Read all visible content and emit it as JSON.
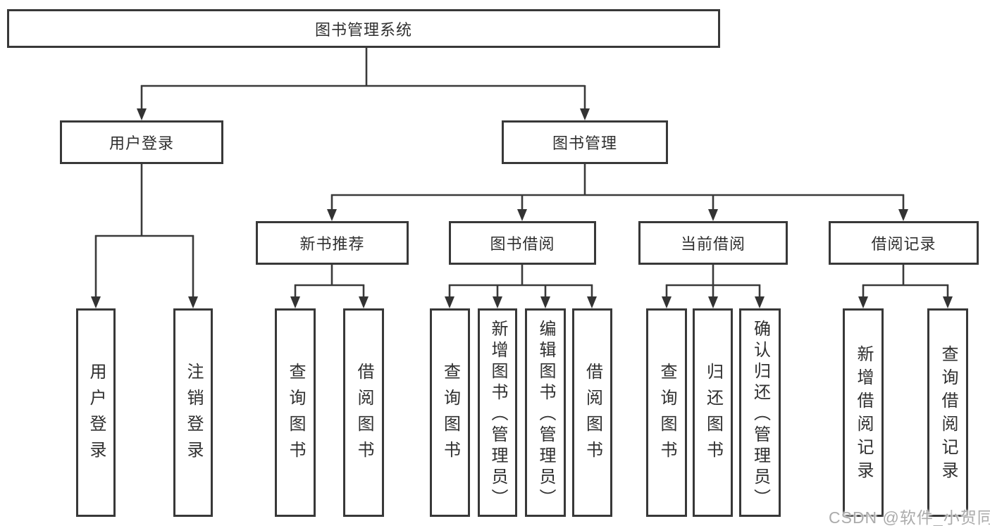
{
  "diagram": {
    "root": {
      "label": "图书管理系统"
    },
    "branches": [
      {
        "label": "用户登录",
        "children": [
          {
            "label": "用户登录"
          },
          {
            "label": "注销登录"
          }
        ]
      },
      {
        "label": "图书管理",
        "children": [
          {
            "label": "新书推荐",
            "children": [
              {
                "label": "查询图书"
              },
              {
                "label": "借阅图书"
              }
            ]
          },
          {
            "label": "图书借阅",
            "children": [
              {
                "label": "查询图书"
              },
              {
                "label": "新增图书（管理员）"
              },
              {
                "label": "编辑图书（管理员）"
              },
              {
                "label": "借阅图书"
              }
            ]
          },
          {
            "label": "当前借阅",
            "children": [
              {
                "label": "查询图书"
              },
              {
                "label": "归还图书"
              },
              {
                "label": "确认归还（管理员）"
              }
            ]
          },
          {
            "label": "借阅记录",
            "children": [
              {
                "label": "新增借阅记录"
              },
              {
                "label": "查询借阅记录"
              }
            ]
          }
        ]
      }
    ]
  },
  "watermark": {
    "text": "CSDN @软件_小贺同学"
  },
  "colors": {
    "line": "#3a3a3a",
    "box_border": "#383838",
    "text": "#2f2f2f",
    "watermark": "#ababab",
    "background": "#ffffff"
  }
}
